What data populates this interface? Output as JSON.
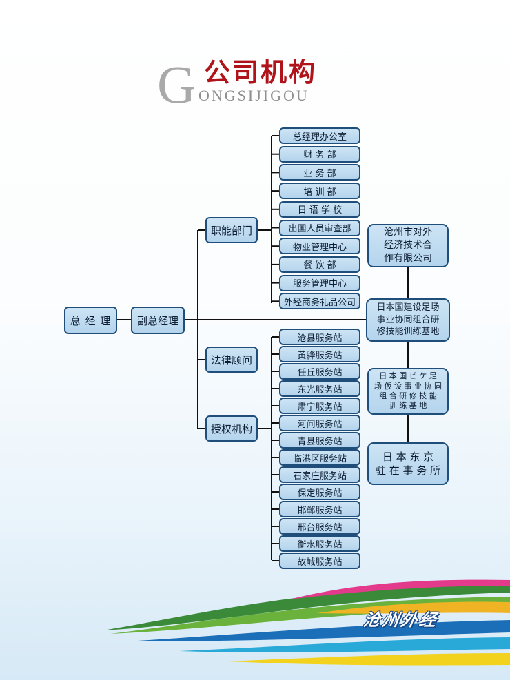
{
  "header": {
    "title": "公司机构",
    "pinyin_initial": "G",
    "pinyin_rest": "ONGSIJIGOU"
  },
  "org": {
    "root": "总 经 理",
    "vice": "副总经理",
    "branches": {
      "functional": "职能部门",
      "legal": "法律顾问",
      "authorized": "授权机构"
    },
    "functional_depts": [
      "总经理办公室",
      "财 务 部",
      "业 务 部",
      "培 训 部",
      "日 语 学 校",
      "出国人员审查部",
      "物业管理中心",
      "餐 饮 部",
      "服务管理中心",
      "外经商务礼品公司"
    ],
    "service_stations": [
      "沧县服务站",
      "黄骅服务站",
      "任丘服务站",
      "东光服务站",
      "肃宁服务站",
      "河间服务站",
      "青县服务站",
      "临港区服务站",
      "石家庄服务站",
      "保定服务站",
      "邯郸服务站",
      "邢台服务站",
      "衡水服务站",
      "故城服务站"
    ],
    "side_boxes": [
      [
        "沧州市对外",
        "经济技术合",
        "作有限公司"
      ],
      [
        "日本国建设足场",
        "事业协同组合研",
        "修技能训练基地"
      ],
      [
        "日 本 国 ビ ケ 足",
        "场 仮 设 事 业 协 同",
        "组 合 研 修 技 能",
        "训 练 基 地"
      ],
      [
        "日 本 东 京",
        "驻 在 事 务 所"
      ]
    ]
  },
  "footer": {
    "logo_text": "沧州外经"
  },
  "colors": {
    "box_fill": "#c3ddf1",
    "box_border": "#1f4e7a",
    "title_red": "#b0141a",
    "line": "#111111"
  }
}
